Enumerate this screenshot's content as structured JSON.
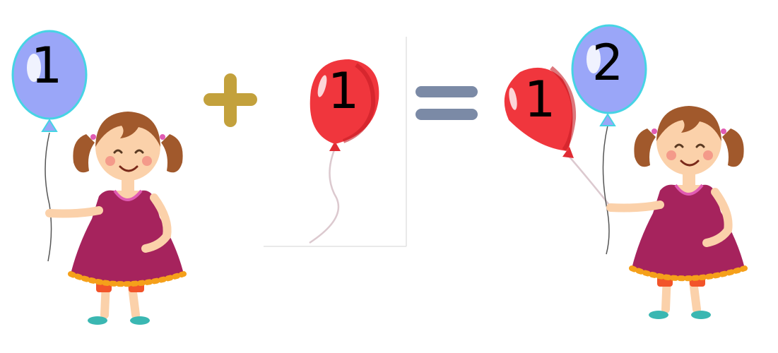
{
  "equation": {
    "left_balloon_number": "1",
    "added_balloon_number": "1",
    "result_red_balloon_number": "1",
    "result_blue_balloon_number": "2",
    "plus_symbol": "plus-sign-icon",
    "equals_symbol": "equals-sign-icon"
  },
  "colors": {
    "blue_balloon": "#9aa6f8",
    "blue_balloon_outline": "#46d4e4",
    "red_balloon": "#f0363d",
    "plus_sign": "#c3a13c",
    "equals_sign": "#7b8aa6",
    "dress": "#a6235d",
    "hair": "#a1592c",
    "skin": "#fbd1aa"
  }
}
